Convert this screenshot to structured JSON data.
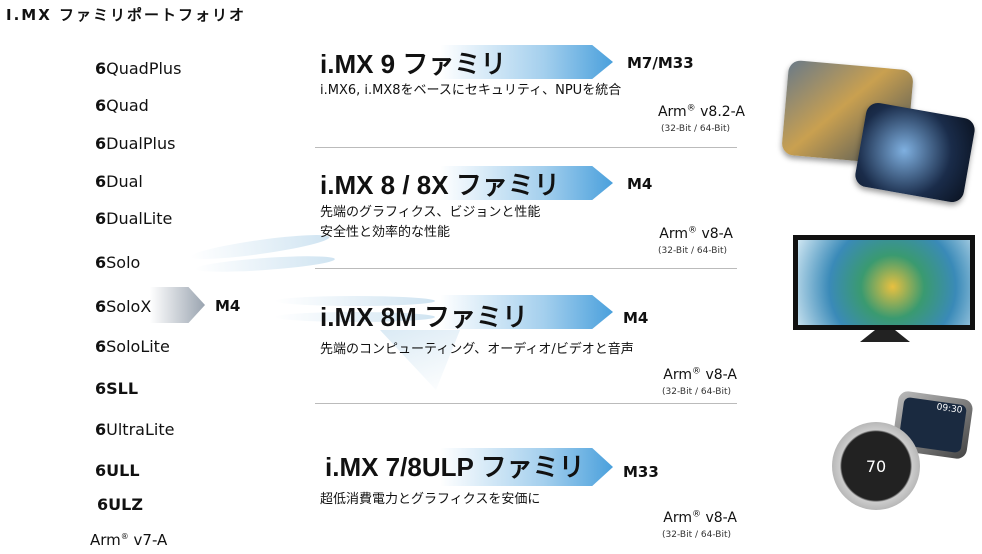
{
  "title": "I.MX ファミリポートフォリオ",
  "imx6": {
    "items": [
      {
        "num": "6",
        "name": "QuadPlus"
      },
      {
        "num": "6",
        "name": "Quad"
      },
      {
        "num": "6",
        "name": "DualPlus"
      },
      {
        "num": "6",
        "name": "Dual"
      },
      {
        "num": "6",
        "name": "DualLite"
      },
      {
        "num": "6",
        "name": "Solo"
      },
      {
        "num": "6",
        "name": "SoloX"
      },
      {
        "num": "6",
        "name": "SoloLite"
      },
      {
        "num": "6SLL",
        "name": ""
      },
      {
        "num": "6",
        "name": "UltraLite"
      },
      {
        "num": "6ULL",
        "name": ""
      },
      {
        "num": "6ULZ",
        "name": ""
      }
    ],
    "solox_core": "M4",
    "arm": "Arm",
    "reg": "®",
    "arch": " v7-A"
  },
  "families": [
    {
      "title": "i.MX 9 ファミリ",
      "core": "M7/M33",
      "desc1": "i.MX6, i.MX8をベースにセキュリティ、NPUを統合",
      "desc2": "",
      "arm": "Arm",
      "reg": "®",
      "arch": " v8.2-A",
      "bits": "(32-Bit / 64-Bit)"
    },
    {
      "title": "i.MX 8 / 8X ファミリ",
      "core": "M4",
      "desc1": "先端のグラフィクス、ビジョンと性能",
      "desc2": "安全性と効率的な性能",
      "arm": "Arm",
      "reg": "®",
      "arch": " v8-A",
      "bits": "(32-Bit / 64-Bit)"
    },
    {
      "title": "i.MX 8M ファミリ",
      "core": "M4",
      "desc1": "先端のコンピューティング、オーディオ/ビデオと音声",
      "desc2": "",
      "arm": "Arm",
      "reg": "®",
      "arch": " v8-A",
      "bits": "(32-Bit / 64-Bit)"
    },
    {
      "title": "i.MX 7/8ULP ファミリ",
      "core": "M33",
      "desc1": "超低消費電力とグラフィクスを安価に",
      "desc2": "",
      "arm": "Arm",
      "reg": "®",
      "arch": " v8-A",
      "bits": "(32-Bit / 64-Bit)"
    }
  ],
  "images": {
    "thermostat_value": "70",
    "watch_time": "09:30"
  }
}
